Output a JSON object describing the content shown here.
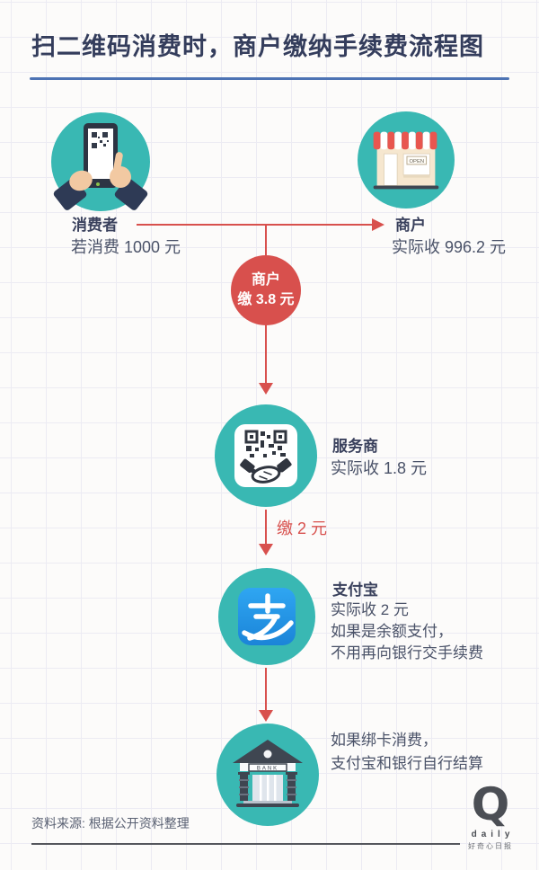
{
  "title": "扫二维码消费时，商户缴纳手续费流程图",
  "flow": {
    "consumer": {
      "name": "消费者",
      "detail": "若消费 1000 元"
    },
    "merchant": {
      "name": "商户",
      "detail": "实际收 996.2 元",
      "open_sign": "OPEN"
    },
    "merchant_fee_badge": {
      "line1": "商户",
      "line2": "缴 3.8 元"
    },
    "service_provider": {
      "name": "服务商",
      "detail": "实际收 1.8 元"
    },
    "alipay_fee_label": "缴 2 元",
    "alipay": {
      "name": "支付宝",
      "detail": "实际收 2 元",
      "note_line1": "如果是余额支付，",
      "note_line2": "不用再向银行交手续费"
    },
    "bank": {
      "sign": "BANK",
      "note_line1": "如果绑卡消费，",
      "note_line2": "支付宝和银行自行结算"
    }
  },
  "footer": {
    "source": "资料来源: 根据公开资料整理",
    "logo": {
      "q": "Q",
      "daily": "daily",
      "name": "好奇心日报"
    }
  },
  "colors": {
    "teal": "#39b8b3",
    "red": "#d8504d",
    "title_navy": "#343d5c",
    "underline_blue": "#4d73b4",
    "alipay_blue": "#2196e8",
    "body_text": "#4a5268",
    "background": "#fcfbfa"
  }
}
